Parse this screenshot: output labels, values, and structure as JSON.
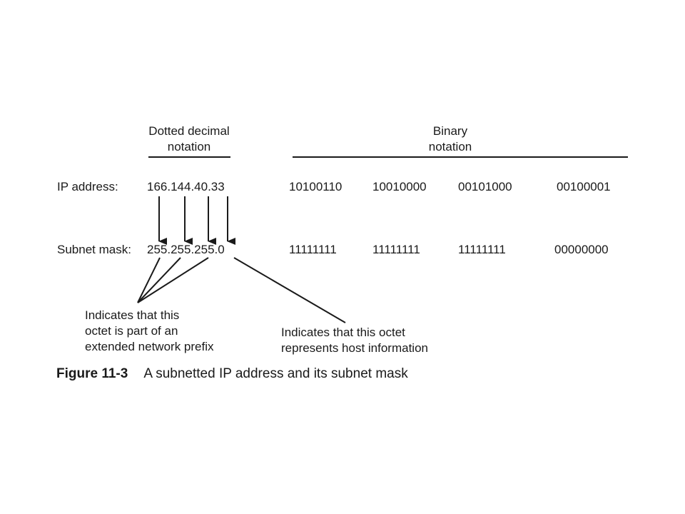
{
  "headers": {
    "decimal": [
      "Dotted decimal",
      "notation"
    ],
    "binary": [
      "Binary",
      "notation"
    ]
  },
  "rows": {
    "ip": {
      "label": "IP address:",
      "decimal": "166.144.40.33",
      "binary": [
        "10100110",
        "10010000",
        "00101000",
        "00100001"
      ]
    },
    "mask": {
      "label": "Subnet mask:",
      "decimal": "255.255.255.0",
      "binary": [
        "11111111",
        "11111111",
        "11111111",
        "00000000"
      ]
    }
  },
  "annotations": {
    "network": [
      "Indicates that this",
      "octet is part of an",
      "extended network prefix"
    ],
    "host": [
      "Indicates that this octet",
      "represents host information"
    ]
  },
  "caption": {
    "number": "Figure 11-3",
    "text": "A subnetted IP address and its subnet mask"
  }
}
